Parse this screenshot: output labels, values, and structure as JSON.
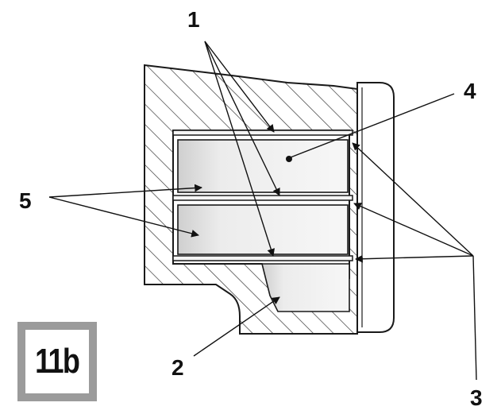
{
  "figure_label": "11b",
  "callouts": {
    "c1": "1",
    "c2": "2",
    "c3": "3",
    "c4": "4",
    "c5": "5"
  },
  "colors": {
    "line": "#1a1a1a",
    "hatch": "#3a3a3a",
    "box_border": "#9b9b9b",
    "insert_fill": "#e4e4e4"
  }
}
